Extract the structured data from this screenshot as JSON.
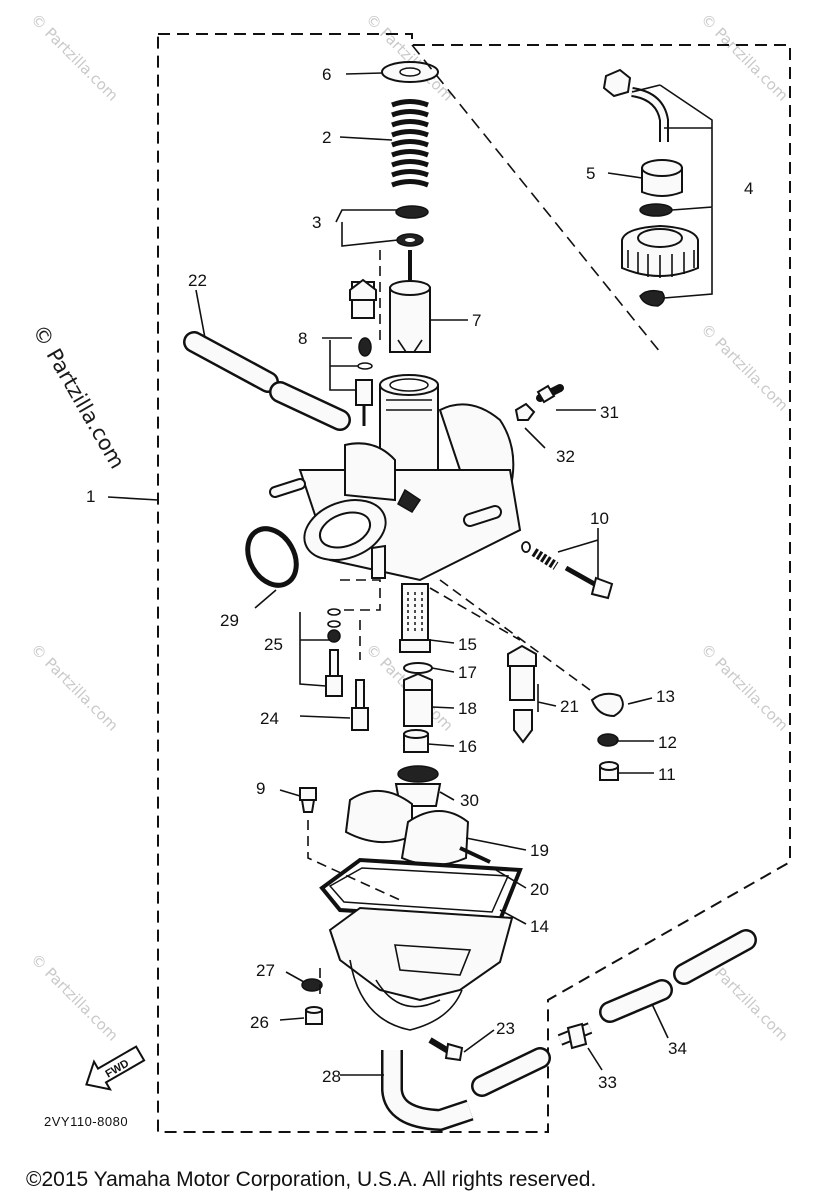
{
  "callouts": [
    "1",
    "2",
    "3",
    "4",
    "5",
    "6",
    "7",
    "8",
    "9",
    "10",
    "11",
    "12",
    "13",
    "14",
    "15",
    "16",
    "17",
    "18",
    "19",
    "20",
    "21",
    "22",
    "23",
    "24",
    "25",
    "26",
    "27",
    "28",
    "29",
    "30",
    "31",
    "32",
    "33",
    "34"
  ],
  "fwd_label": "FWD",
  "part_code": "2VY110-8080",
  "watermark": "© Partzilla.com",
  "copyright": "©2015 Yamaha Motor Corporation, U.S.A. All rights reserved."
}
